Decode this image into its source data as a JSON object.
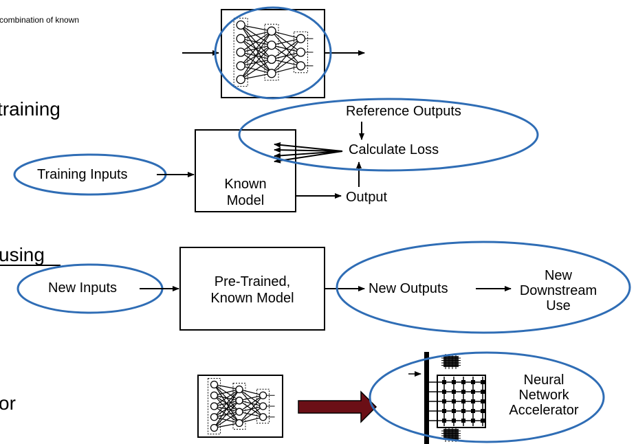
{
  "captions": {
    "top_fragment": "combination of known",
    "training_fragment": "training",
    "using_fragment": "using",
    "or_fragment": "or"
  },
  "training": {
    "inputs": "Training Inputs",
    "model_line1": "Known",
    "model_line2": "Model",
    "reference": "Reference Outputs",
    "loss": "Calculate Loss",
    "output": "Output"
  },
  "inference": {
    "inputs": "New Inputs",
    "model_line1": "Pre-Trained,",
    "model_line2": "Known Model",
    "outputs": "New Outputs",
    "downstream_line1": "New",
    "downstream_line2": "Downstream",
    "downstream_line3": "Use"
  },
  "accelerator": {
    "line1": "Neural",
    "line2": "Network",
    "line3": "Accelerator"
  },
  "colors": {
    "ellipse": "#2f6db5",
    "arrow_fill": "#6b0f16",
    "line": "#000000"
  }
}
